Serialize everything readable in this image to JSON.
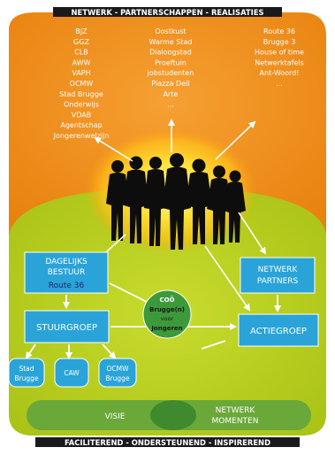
{
  "header_banner": "NETWERK - PARTNERSCHAPPEN - REALISATIES",
  "footer_banner": "FACILITEREND - ONDERSTEUNEND - INSPIREREND",
  "column_left": [
    "BJZ",
    "GGZ",
    "CLB",
    "AWW",
    "VAPH",
    "OCMW",
    "Stad Brugge",
    "Onderwijs",
    "VDAB",
    "Agentschap",
    "Jongerenwelzijn"
  ],
  "column_middle": [
    "Oostkust",
    "Warme Stad",
    "Dialoogstad",
    "Proeftuin",
    "jobstudenten",
    "Piazza Dell",
    "Arte",
    "..."
  ],
  "column_right": [
    "Route 36",
    "Brugge 3",
    "House of time",
    "Netwerktafels",
    "Ant-Woord!",
    "..."
  ],
  "dagelijks_bestuur": {
    "line1": "DAGELIJKS",
    "line2": "BESTUUR",
    "line3": "Route 36"
  },
  "netwerk_partners": {
    "line1": "NETWERK",
    "line2": "PARTNERS"
  },
  "stuurgroep": "STUURGROEP",
  "actiegroep": "ACTIEGROEP",
  "coo": {
    "line1": "COÖ",
    "line2": "Brugge(n)",
    "line3": "voor",
    "line4": "Jongeren"
  },
  "small_boxes": [
    {
      "line1": "Stad",
      "line2": "Brugge"
    },
    {
      "line1": "CAW",
      "line2": ""
    },
    {
      "line1": "OCMW",
      "line2": "Brugge"
    }
  ],
  "visie": "VISIE",
  "netwerk_momenten": {
    "line1": "NETWERK",
    "line2": "MOMENTEN"
  },
  "colors": {
    "orange": "#f08a1c",
    "lime": "#b8cf1a",
    "blue_box": "#2aa3d9",
    "green_circle": "#3d9a3a",
    "dark_green": "#4f8f2a",
    "banner_bg": "#1a1a1a"
  },
  "icons": [
    "people-silhouettes-icon"
  ]
}
